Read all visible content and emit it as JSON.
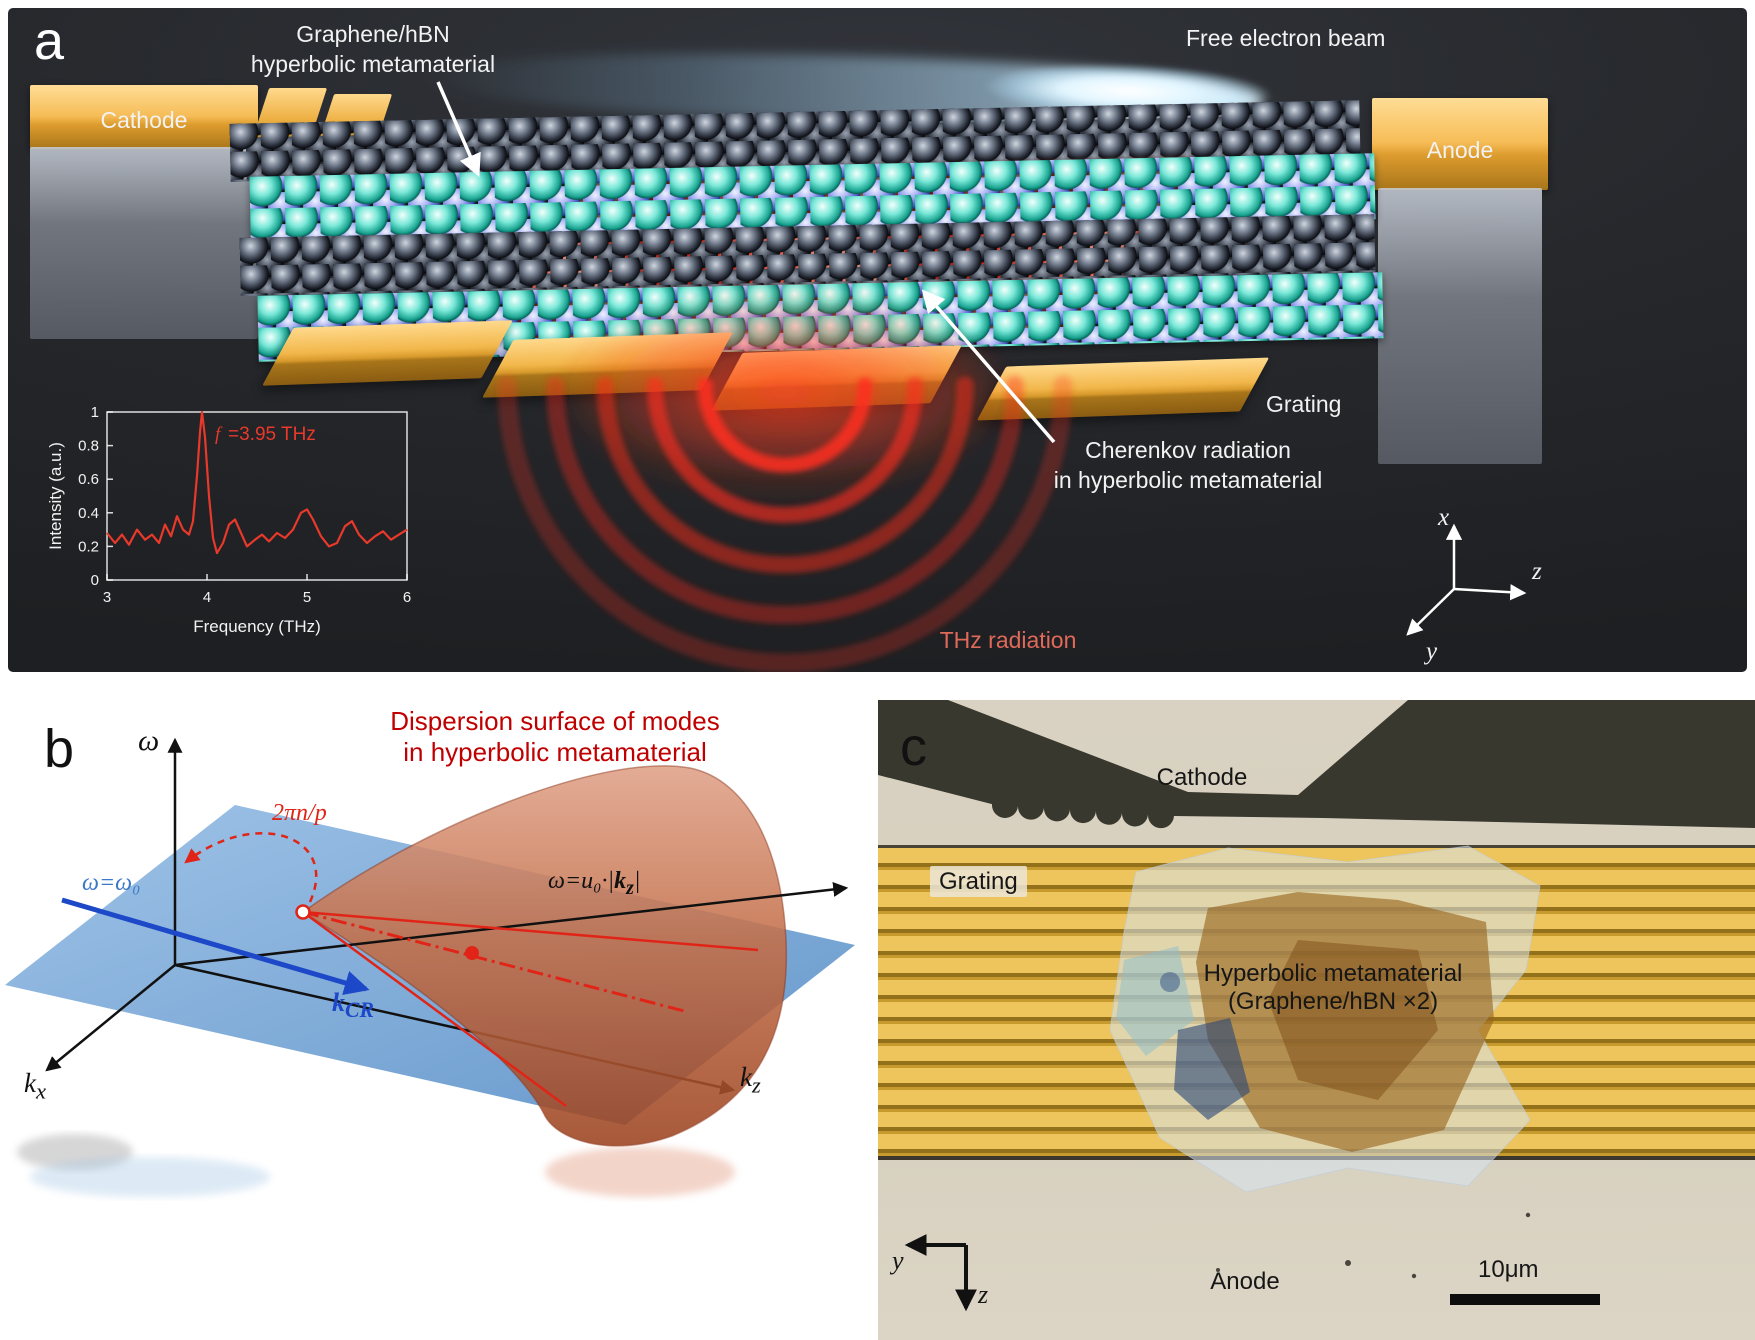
{
  "panel_a": {
    "panel_label": "a",
    "labels": {
      "material": "Graphene/hBN\nhyperbolic metamaterial",
      "beam": "Free electron beam",
      "cathode": "Cathode",
      "anode": "Anode",
      "grating": "Grating",
      "cherenkov": "Cherenkov radiation\nin hyperbolic metamaterial",
      "thz": "THz radiation"
    },
    "axes": {
      "x": "x",
      "y": "y",
      "z": "z"
    }
  },
  "chart_data": {
    "type": "line",
    "context": "panel-a inset emission spectrum",
    "xlabel": "Frequency (THz)",
    "ylabel": "Intensity (a.u.)",
    "xlim": [
      3,
      6
    ],
    "ylim": [
      0,
      1
    ],
    "xticks": [
      3,
      4,
      5,
      6
    ],
    "yticks": [
      0,
      0.2,
      0.4,
      0.6,
      0.8,
      1
    ],
    "line_color": "#e8392b",
    "peak": {
      "symbol": "f",
      "value": "=3.95 THz"
    },
    "x": [
      3.0,
      3.08,
      3.15,
      3.22,
      3.3,
      3.38,
      3.45,
      3.52,
      3.58,
      3.64,
      3.7,
      3.76,
      3.82,
      3.86,
      3.9,
      3.93,
      3.95,
      3.98,
      4.02,
      4.06,
      4.1,
      4.16,
      4.22,
      4.28,
      4.34,
      4.4,
      4.48,
      4.55,
      4.62,
      4.7,
      4.78,
      4.86,
      4.94,
      5.0,
      5.06,
      5.14,
      5.22,
      5.3,
      5.38,
      5.45,
      5.52,
      5.6,
      5.68,
      5.76,
      5.84,
      5.92,
      6.0
    ],
    "y": [
      0.28,
      0.22,
      0.27,
      0.21,
      0.3,
      0.24,
      0.27,
      0.22,
      0.33,
      0.26,
      0.38,
      0.3,
      0.27,
      0.35,
      0.62,
      0.88,
      1.0,
      0.85,
      0.5,
      0.25,
      0.16,
      0.22,
      0.33,
      0.36,
      0.28,
      0.2,
      0.24,
      0.27,
      0.23,
      0.28,
      0.25,
      0.3,
      0.4,
      0.42,
      0.36,
      0.26,
      0.2,
      0.22,
      0.32,
      0.35,
      0.27,
      0.22,
      0.26,
      0.29,
      0.24,
      0.27,
      0.3
    ]
  },
  "panel_b": {
    "panel_label": "b",
    "title": "Dispersion surface of modes\nin hyperbolic metamaterial",
    "omega": "ω",
    "plane_label": "ω=ω₀",
    "beam_label": {
      "pre": "ω=u₀·|",
      "k": "k",
      "sub": "z",
      "post": "|"
    },
    "harmonic_label": "2πn/p",
    "kx": {
      "base": "k",
      "sub": "x"
    },
    "kz": {
      "base": "k",
      "sub": "z"
    },
    "kcr": {
      "base": "k",
      "sub": "CR"
    }
  },
  "panel_c": {
    "panel_label": "c",
    "labels": {
      "cathode": "Cathode",
      "grating": "Grating",
      "flake": "Hyperbolic metamaterial\n(Graphene/hBN ×2)",
      "anode": "Anode",
      "scale_bar": "10μm"
    },
    "axes": {
      "y": "y",
      "z": "z"
    }
  }
}
